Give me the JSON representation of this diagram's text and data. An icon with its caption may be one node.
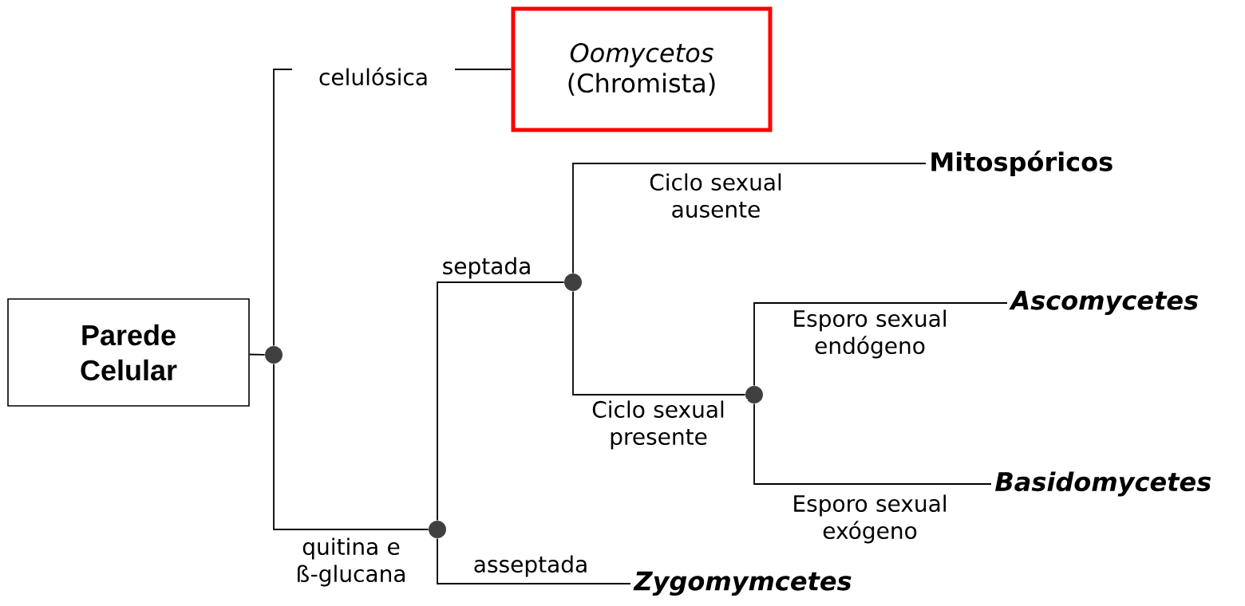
{
  "diagram": {
    "nodes": [
      {
        "text": [
          "Parede Celular"
        ]
      },
      {
        "text": [],
        "shape": "circle"
      },
      {
        "text": [
          "*Oomycetos* (Chromista)"
        ]
      },
      {
        "text": [],
        "shape": "circle"
      },
      {
        "text": [],
        "shape": "circle"
      },
      {
        "text": [
          "Mitospóricos"
        ]
      },
      {
        "text": [],
        "shape": "circle"
      },
      {
        "text": [
          "Ascomycetes"
        ]
      },
      {
        "text": [
          "Basidomycetes"
        ]
      },
      {
        "text": [
          "Zygomymcetes"
        ]
      }
    ],
    "edges": [
      {
        "from": 0,
        "to": 1,
        "arrow": "none"
      },
      {
        "from": 1,
        "to": 2,
        "arrow": "none",
        "label": "celulósica"
      },
      {
        "from": 1,
        "to": 3,
        "arrow": "none",
        "label": "quitina e ß-glucana"
      },
      {
        "from": 3,
        "to": 4,
        "arrow": "none",
        "label": "septada"
      },
      {
        "from": 3,
        "to": 9,
        "arrow": "none",
        "label": "asseptada"
      },
      {
        "from": 4,
        "to": 5,
        "arrow": "none",
        "label": "Ciclo sexual ausente"
      },
      {
        "from": 4,
        "to": 6,
        "arrow": "none",
        "label": "Ciclo sexual presente"
      },
      {
        "from": 6,
        "to": 7,
        "arrow": "none",
        "label": "Esporo sexual endógeno"
      },
      {
        "from": 6,
        "to": 8,
        "arrow": "none",
        "label": "Esporo sexual exógeno"
      }
    ]
  }
}
